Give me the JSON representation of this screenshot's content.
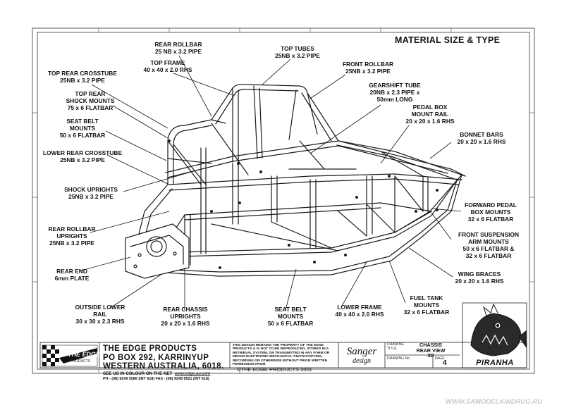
{
  "sheet_title": "MATERIAL SIZE & TYPE",
  "labels": [
    {
      "id": "rear-rollbar",
      "lines": [
        "REAR ROLLBAR",
        "25 NB x 3.2 PIPE"
      ]
    },
    {
      "id": "top-tubes",
      "lines": [
        "TOP TUBES",
        "25NB x 3.2 PIPE"
      ]
    },
    {
      "id": "top-frame",
      "lines": [
        "TOP FRAME",
        "40 x 40 x 2.0 RHS"
      ]
    },
    {
      "id": "front-rollbar",
      "lines": [
        "FRONT ROLLBAR",
        "25NB x 3.2 PIPE"
      ]
    },
    {
      "id": "top-rear-crosstube",
      "lines": [
        "TOP REAR CROSSTUBE",
        "25NB x 3.2 PIPE"
      ]
    },
    {
      "id": "gearshift-tube",
      "lines": [
        "GEARSHIFT TUBE",
        "20NB x 2.3 PIPE x",
        "50mm LONG"
      ]
    },
    {
      "id": "top-rear-shock-mounts",
      "lines": [
        "TOP REAR",
        "SHOCK MOUNTS",
        "75 x 6 FLATBAR"
      ]
    },
    {
      "id": "pedal-box-mount-rail",
      "lines": [
        "PEDAL BOX",
        "MOUNT RAIL",
        "20 x 20 x 1.6 RHS"
      ]
    },
    {
      "id": "seat-belt-mounts-upper",
      "lines": [
        "SEAT BELT",
        "MOUNTS",
        "50 x 6 FLATBAR"
      ]
    },
    {
      "id": "bonnet-bars",
      "lines": [
        "BONNET BARS",
        "20 x 20 x 1.6 RHS"
      ]
    },
    {
      "id": "lower-rear-crosstube",
      "lines": [
        "LOWER REAR CROSSTUBE",
        "25NB x 3.2 PIPE"
      ]
    },
    {
      "id": "shock-uprights",
      "lines": [
        "SHOCK UPRIGHTS",
        "25NB x 3.2 PIPE"
      ]
    },
    {
      "id": "forward-pedal-box-mounts",
      "lines": [
        "FORWARD PEDAL",
        "BOX MOUNTS",
        "32 x 6 FLATBAR"
      ]
    },
    {
      "id": "rear-rollbar-uprights",
      "lines": [
        "REAR ROLLBAR",
        "UPRIGHTS",
        "25NB x 3.2 PIPE"
      ]
    },
    {
      "id": "front-suspension-arm-mounts",
      "lines": [
        "FRONT SUSPENSION",
        "ARM MOUNTS",
        "50 x 6 FLATBAR &",
        "32 x 6 FLATBAR"
      ]
    },
    {
      "id": "rear-end",
      "lines": [
        "REAR END",
        "6mm PLATE"
      ]
    },
    {
      "id": "wing-braces",
      "lines": [
        "WING BRACES",
        "20 x 20 x 1.6 RHS"
      ]
    },
    {
      "id": "outside-lower-rail",
      "lines": [
        "OUTSIDE LOWER",
        "RAIL",
        "30 x 30 x 2.3 RHS"
      ]
    },
    {
      "id": "rear-chassis-uprights",
      "lines": [
        "REAR CHASSIS",
        "UPRIGHTS",
        "20 x 20 x 1.6 RHS"
      ]
    },
    {
      "id": "seat-belt-mounts-lower",
      "lines": [
        "SEAT BELT",
        "MOUNTS",
        "50 x 6 FLATBAR"
      ]
    },
    {
      "id": "lower-frame",
      "lines": [
        "LOWER FRAME",
        "40 x 40 x 2.0 RHS"
      ]
    },
    {
      "id": "fuel-tank-mounts",
      "lines": [
        "FUEL TANK",
        "MOUNTS",
        "32 x 6 FLATBAR"
      ]
    }
  ],
  "title_block": {
    "company_lines": [
      "THE EDGE PRODUCTS",
      "PO BOX 292, KARRINYUP",
      "WESTERN AUSTRALIA, 6018."
    ],
    "web_note": "SEE US IN COLOUR ON THE NET",
    "website": "www.edge.au.com",
    "phone_fax": "PH - (08) 9249 5586 (INT 618)   FAX - (08) 9249 9521 (INT 618)",
    "logo_text": "THE EDGE",
    "logo_sub": "PRODUCTS",
    "copyright_lines": [
      "THIS DESIGN REMAINS THE PROPERTY OF THE EDGE",
      "PRODUCTS & IS NOT TO BE REPRODUCED, STORED IN A",
      "RETRIEVAL SYSTEM, OR TRANSMITTED IN ANY FORM OR",
      "MEANS ELECTRONIC MECHANICAL PHOTOCOPYING,",
      "RECORDING OR OTHERWISE WITHOUT PRIOR WRITTEN",
      "PERMISSION FROM"
    ],
    "copyright": "©THE EDGE PRODUCTS 2001",
    "designer_lines": [
      "Sanger",
      "design"
    ],
    "drawing_title_caption": [
      "DRAWING",
      "TITLE"
    ],
    "drawing_title_lines": [
      "CHASSIS",
      "REAR VIEW",
      "3D"
    ],
    "drawing_no_caption": "DRAWING No.",
    "page_caption": "PAGE",
    "page_number": "4",
    "mascot_name": "PIRANHA"
  },
  "watermark": "WWW.SAMODELKINDRUG.RU"
}
